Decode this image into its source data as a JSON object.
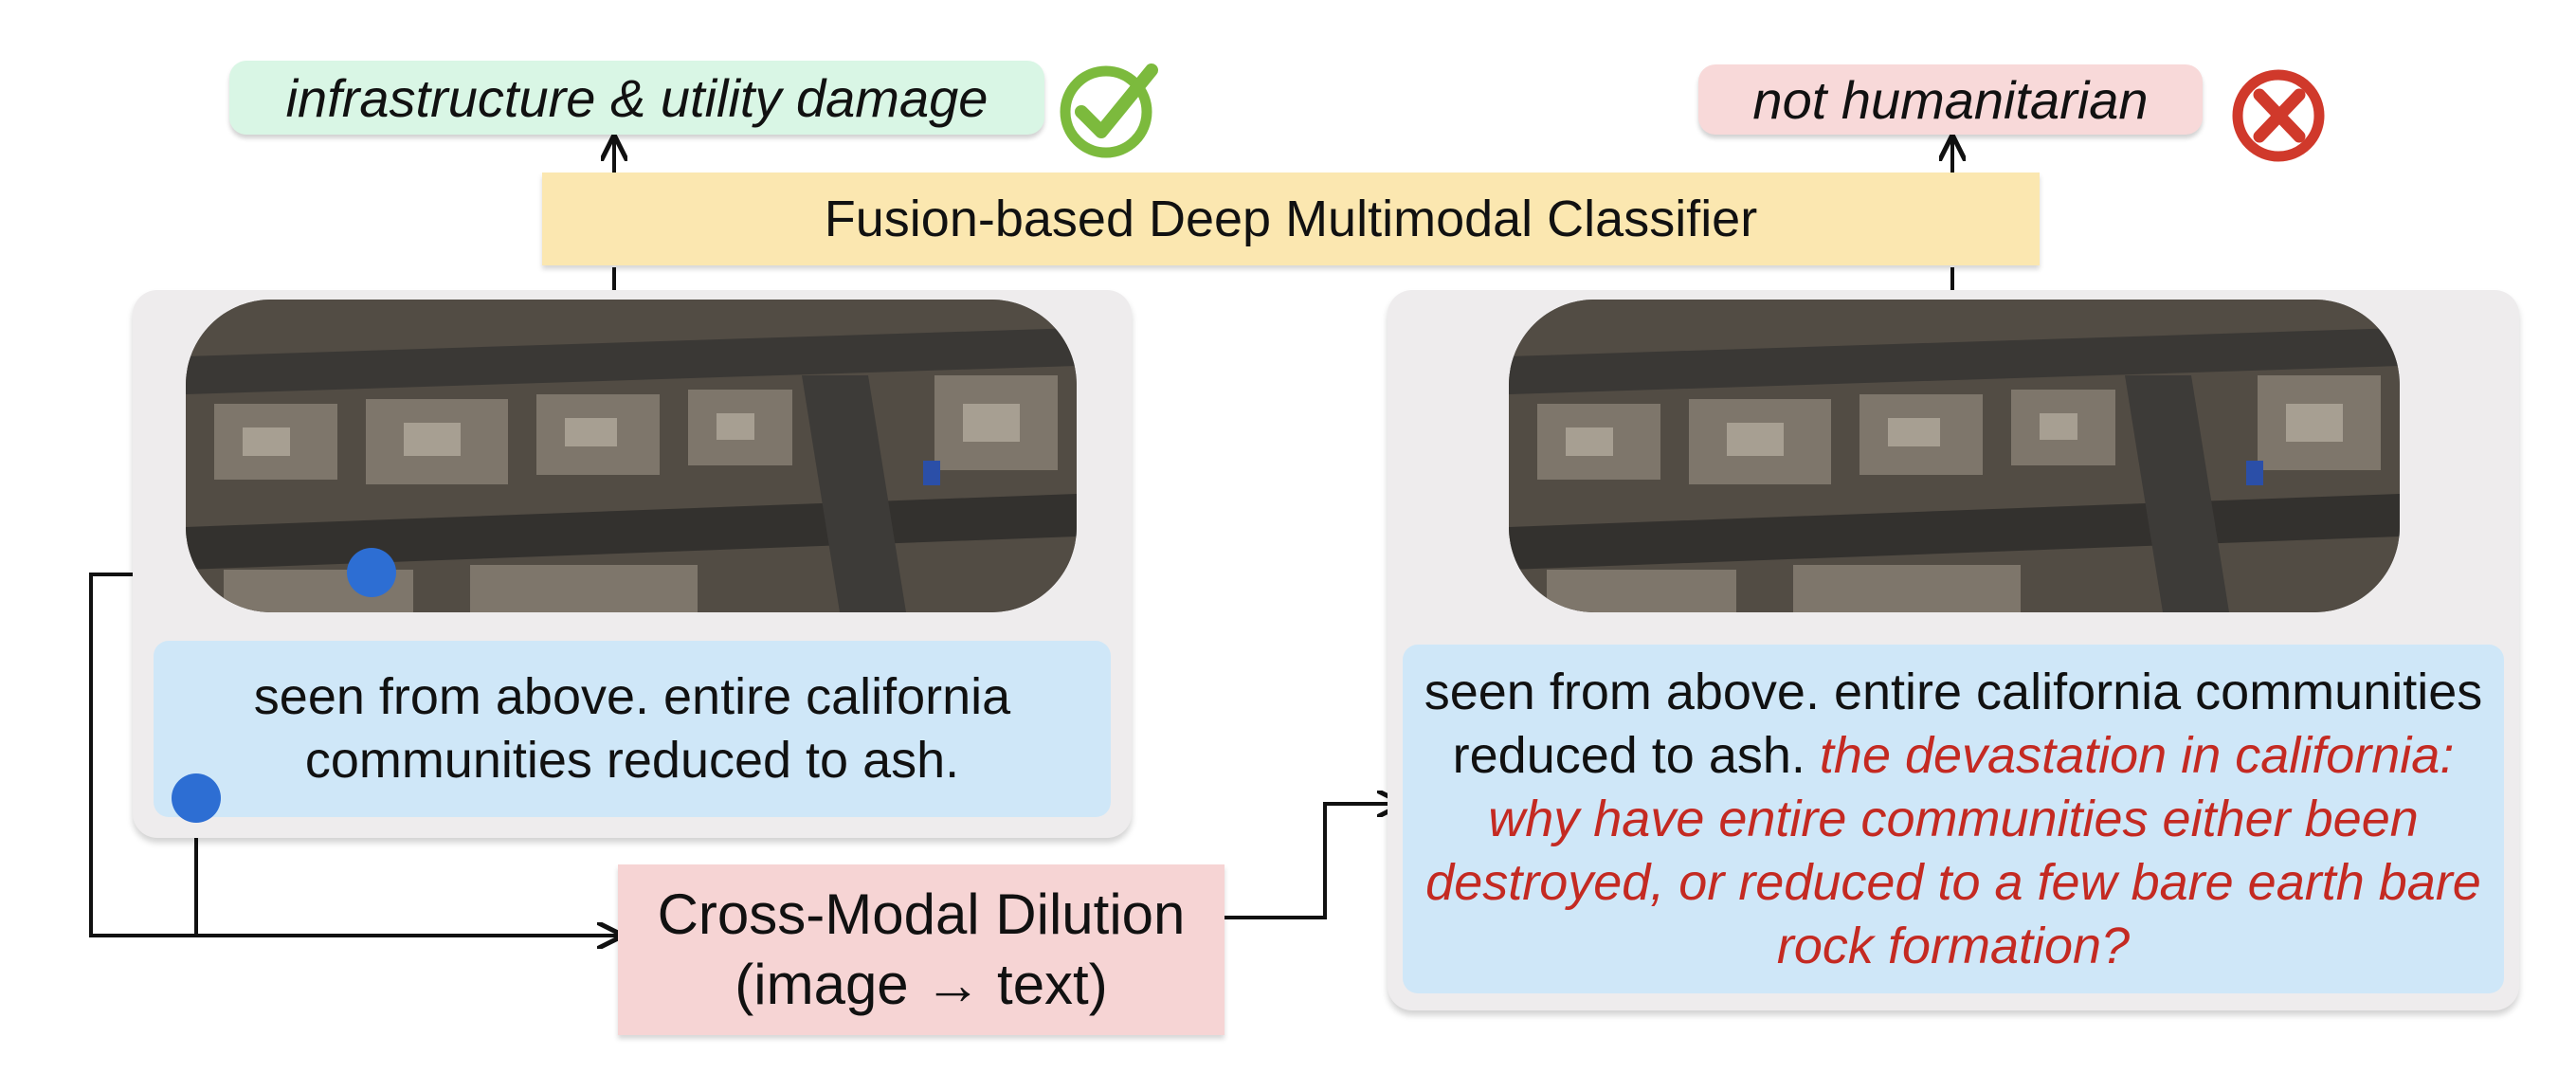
{
  "outputs": {
    "correct_label": "infrastructure & utility damage",
    "wrong_label": "not humanitarian",
    "correct_icon": "check-circle-icon",
    "wrong_icon": "x-circle-icon"
  },
  "classifier": {
    "title": "Fusion-based Deep Multimodal Classifier"
  },
  "original": {
    "caption": "seen from above. entire california communities reduced to ash."
  },
  "dilution": {
    "line1": "Cross-Modal Dilution",
    "line2": "(image → text)"
  },
  "diluted": {
    "caption_original": "seen from above. entire california communities reduced to ash.",
    "caption_added": "the devastation in california: why have entire communities either been destroyed, or reduced to a few bare earth bare rock formation?"
  },
  "colors": {
    "correct": "#7cba3d",
    "wrong": "#d0392b",
    "added_text": "#c42a22",
    "connector_dot": "#2d6ed3"
  }
}
